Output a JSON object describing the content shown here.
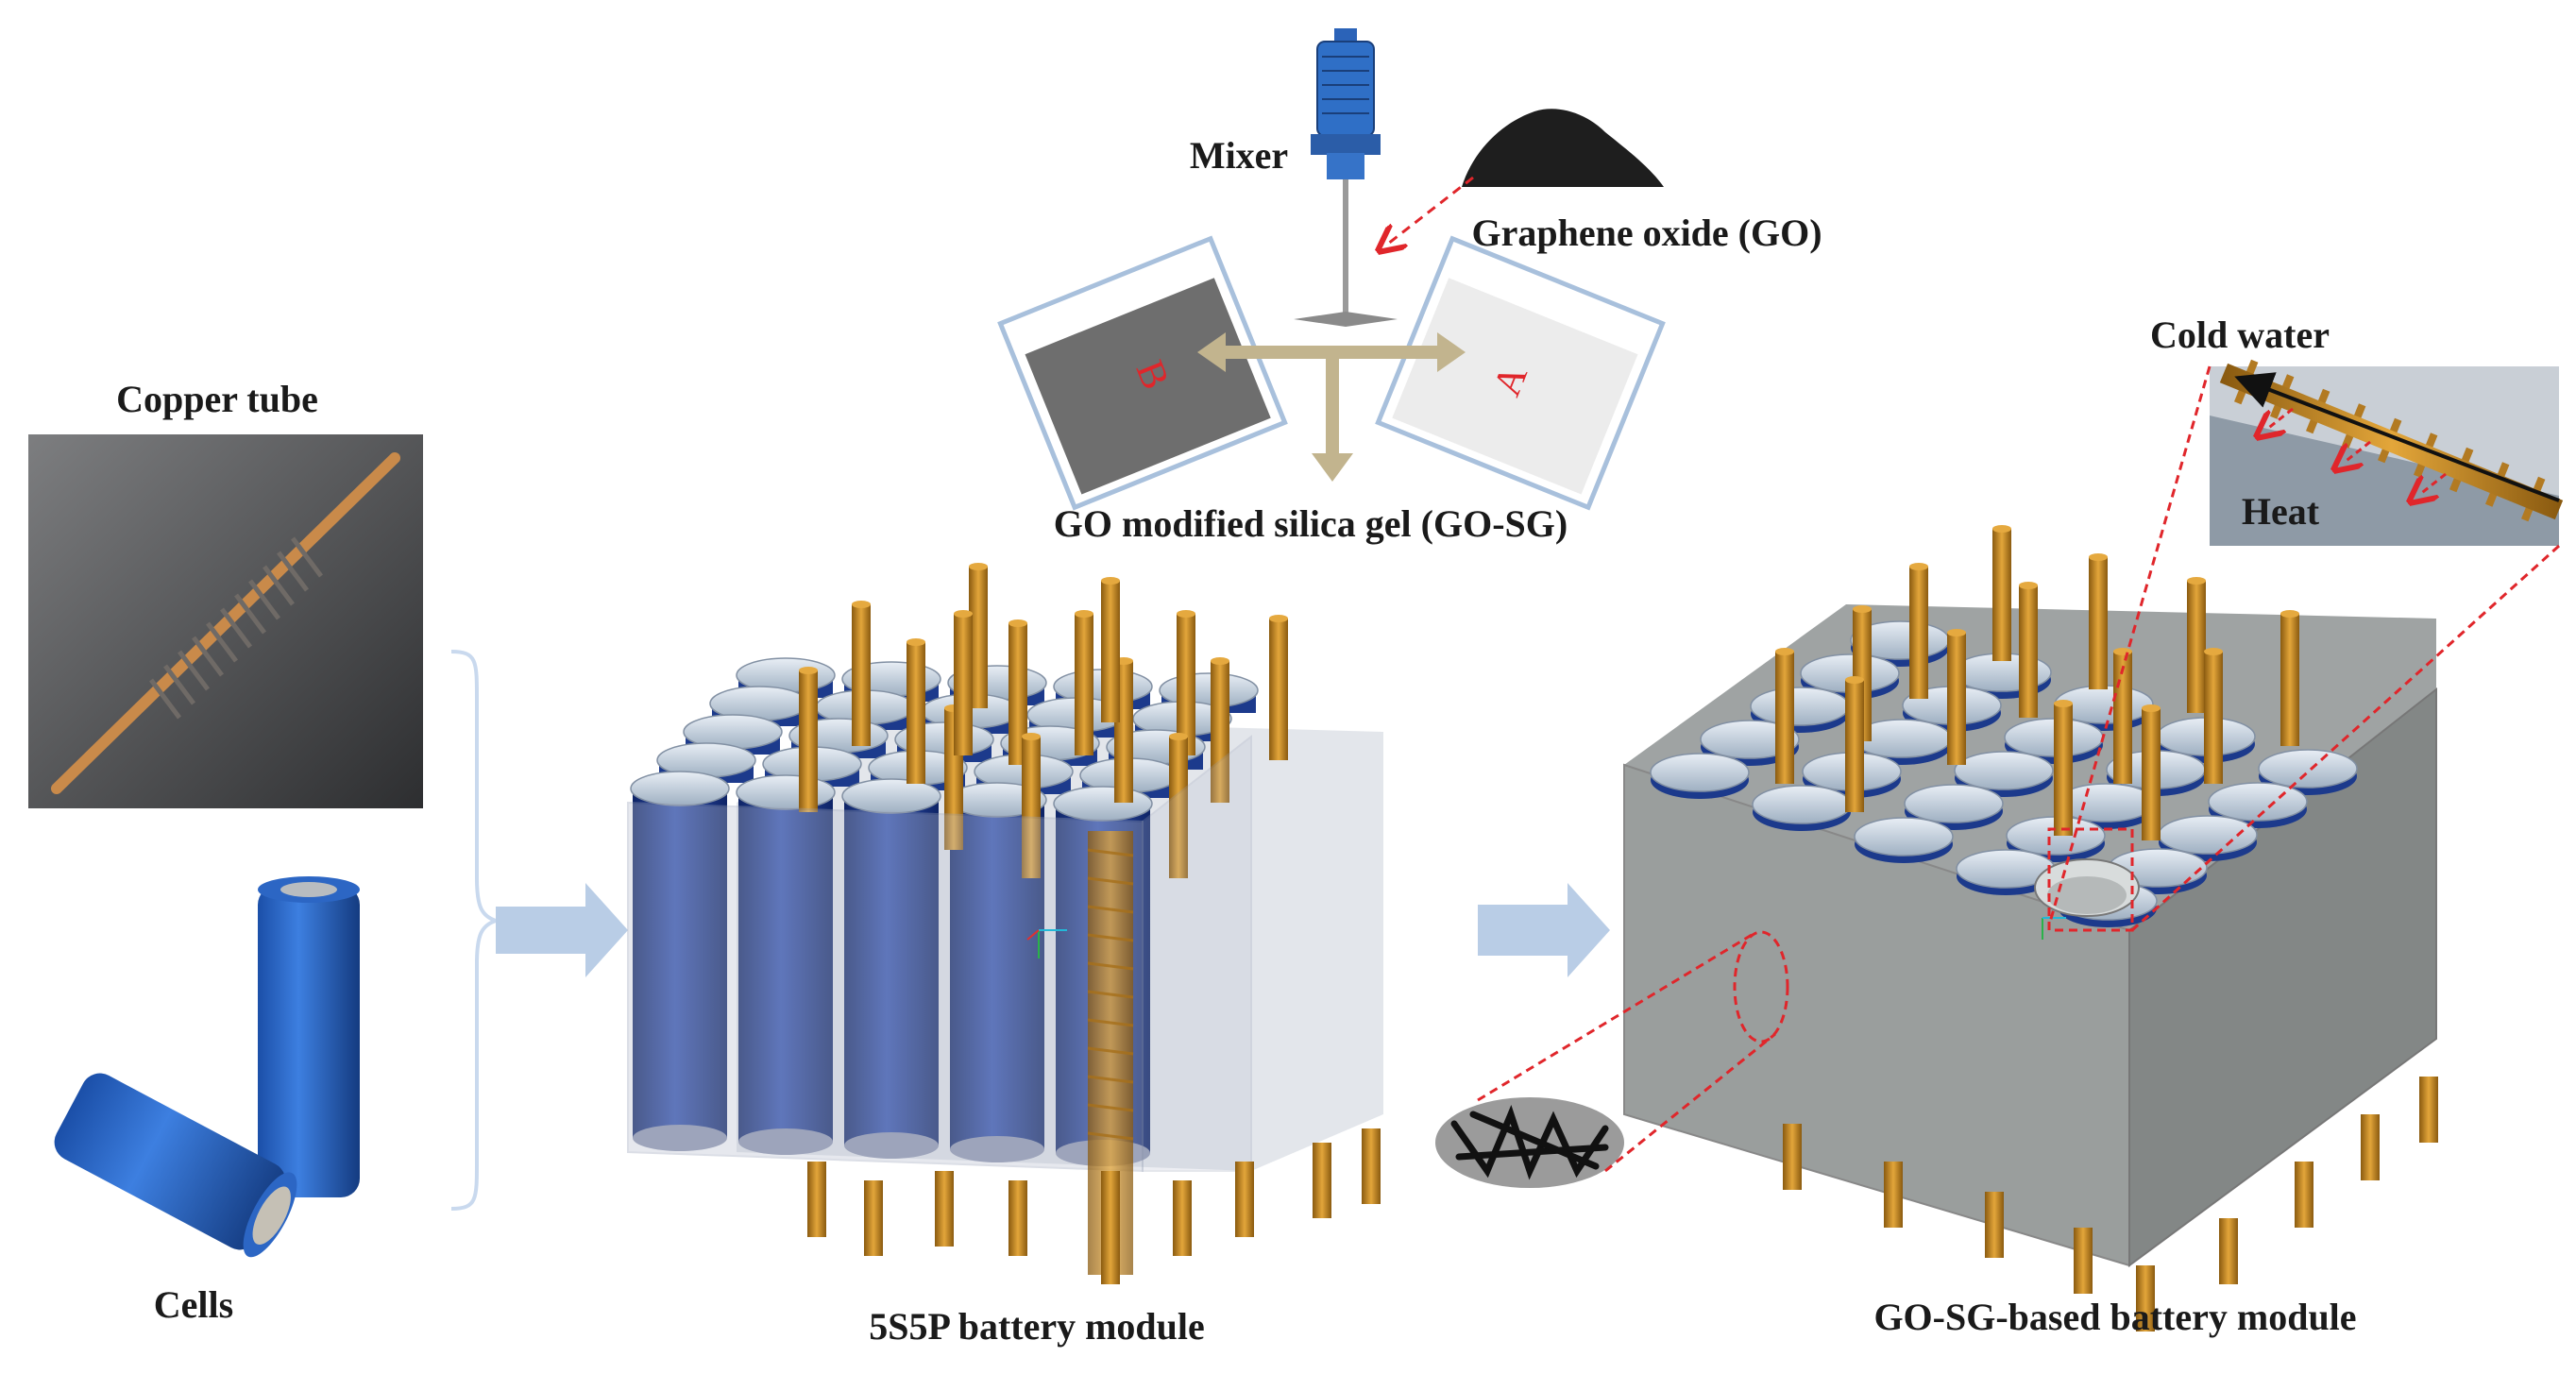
{
  "labels": {
    "copper_tube": "Copper tube",
    "cells": "Cells",
    "mixer": "Mixer",
    "graphene_oxide": "Graphene oxide (GO)",
    "container_a": "A",
    "container_b": "B",
    "go_sg": "GO modified silica gel (GO-SG)",
    "cold_water": "Cold water",
    "heat": "Heat",
    "module_5s5p": "5S5P  battery module",
    "module_gosg": "GO-SG-based battery module"
  },
  "colors": {
    "cell_blue": "#1c3a8c",
    "cap_silver": "#c9d3de",
    "copper": "#c98a1d",
    "arrow_blue": "#b9cde6",
    "red_dash": "#e0262b",
    "gel_grey": "#9a9d9c",
    "flow_arrow": "#c2b48e"
  },
  "icons": {
    "mixer": "mixer-icon",
    "powder": "graphene-powder-icon",
    "flow_arrow": "flow-arrow-icon"
  }
}
